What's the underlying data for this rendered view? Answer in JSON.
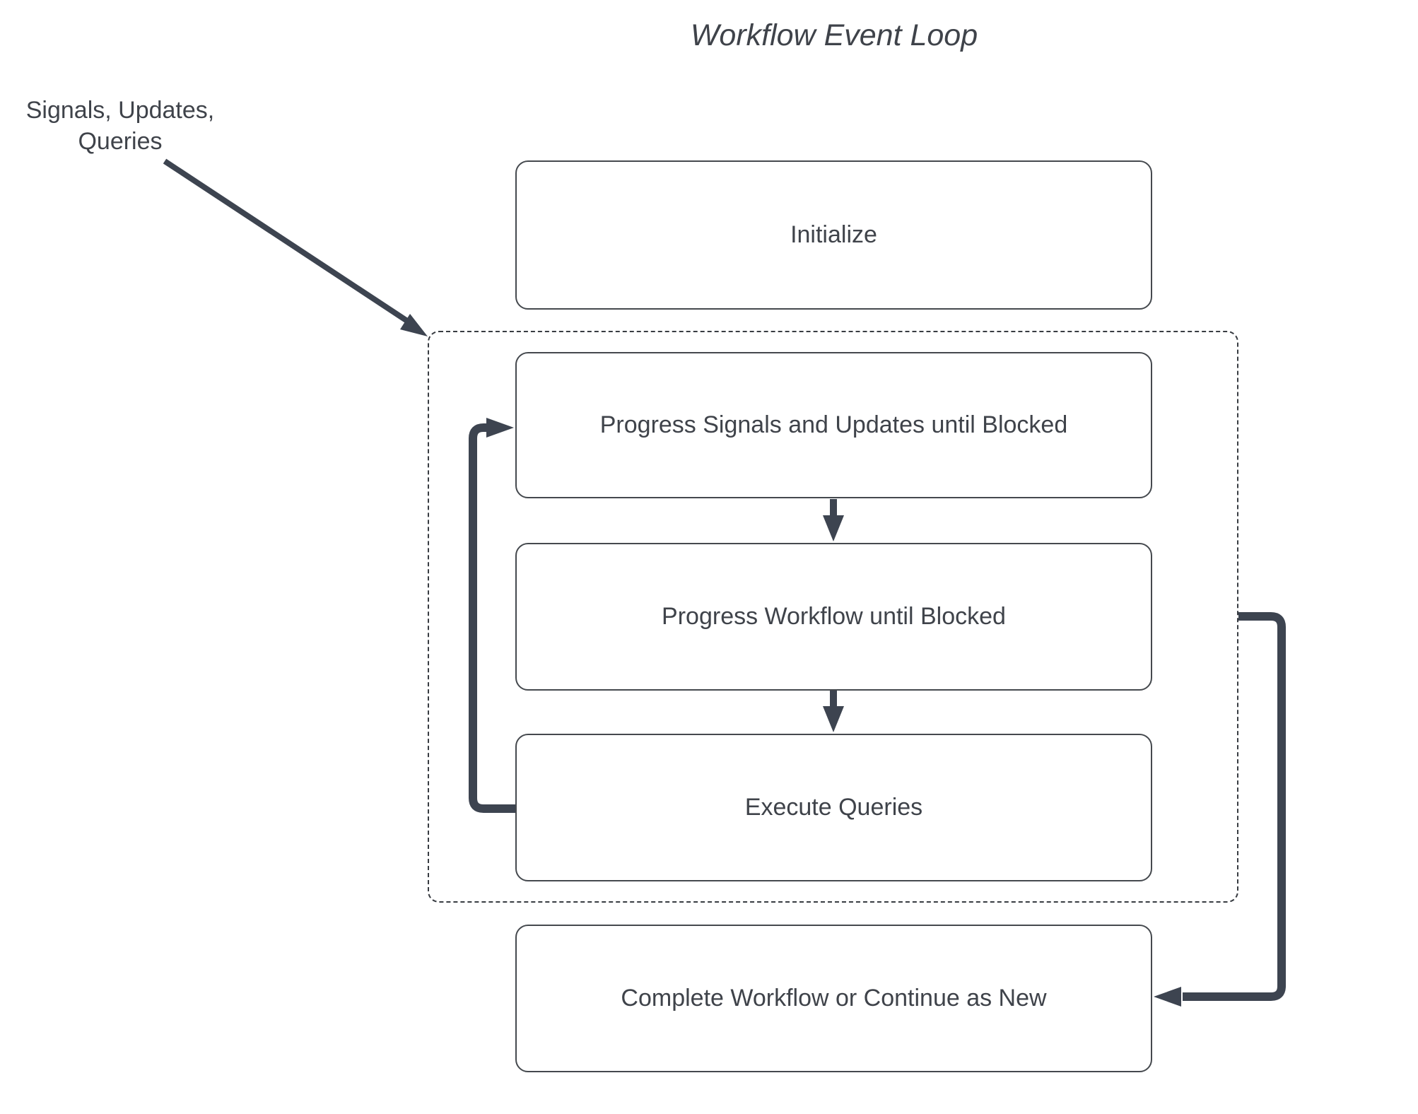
{
  "diagram": {
    "title": "Workflow Event Loop",
    "external_label": {
      "line1": "Signals, Updates,",
      "line2": "Queries"
    },
    "nodes": {
      "initialize": "Initialize",
      "progress_signals": "Progress Signals and Updates until Blocked",
      "progress_workflow": "Progress Workflow until Blocked",
      "execute_queries": "Execute Queries",
      "complete": "Complete Workflow or Continue as New"
    },
    "colors": {
      "arrow": "#3d4450",
      "box-border": "#45494e",
      "dash-border": "#383c42",
      "text": "#3f434a",
      "bg": "#ffffff"
    }
  }
}
